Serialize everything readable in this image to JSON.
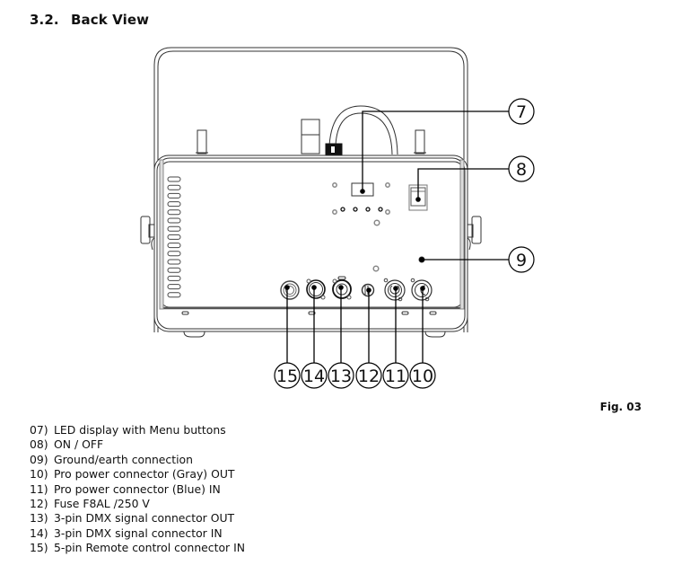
{
  "section": {
    "number": "3.2.",
    "title": "Back View"
  },
  "figure": {
    "label": "Fig. 03",
    "callouts": [
      {
        "id": "7",
        "label": "7"
      },
      {
        "id": "8",
        "label": "8"
      },
      {
        "id": "9",
        "label": "9"
      },
      {
        "id": "15",
        "label": "15"
      },
      {
        "id": "14",
        "label": "14"
      },
      {
        "id": "13",
        "label": "13"
      },
      {
        "id": "12",
        "label": "12"
      },
      {
        "id": "11",
        "label": "11"
      },
      {
        "id": "10",
        "label": "10"
      }
    ]
  },
  "legend": [
    {
      "num": "07)",
      "text": "LED display with Menu buttons"
    },
    {
      "num": "08)",
      "text": "ON / OFF"
    },
    {
      "num": "09)",
      "text": "Ground/earth connection"
    },
    {
      "num": "10)",
      "text": "Pro power connector (Gray) OUT"
    },
    {
      "num": "11)",
      "text": "Pro power connector (Blue) IN"
    },
    {
      "num": "12)",
      "text": "Fuse F8AL /250 V"
    },
    {
      "num": "13)",
      "text": "3-pin DMX signal connector OUT"
    },
    {
      "num": "14)",
      "text": "3-pin DMX signal connector IN"
    },
    {
      "num": "15)",
      "text": "5-pin Remote control connector IN"
    }
  ]
}
